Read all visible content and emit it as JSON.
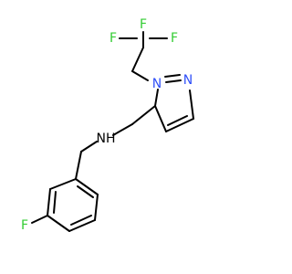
{
  "molecule": {
    "atoms": {
      "f1": {
        "symbol": "F",
        "color": "#33cc33"
      },
      "f2": {
        "symbol": "F",
        "color": "#33cc33"
      },
      "f3": {
        "symbol": "F",
        "color": "#33cc33"
      },
      "n1": {
        "symbol": "N",
        "color": "#3050f8"
      },
      "n2": {
        "symbol": "N",
        "color": "#3050f8"
      },
      "nh": {
        "symbol": "NH",
        "color": "#000000"
      },
      "f4": {
        "symbol": "F",
        "color": "#33cc33"
      }
    }
  }
}
